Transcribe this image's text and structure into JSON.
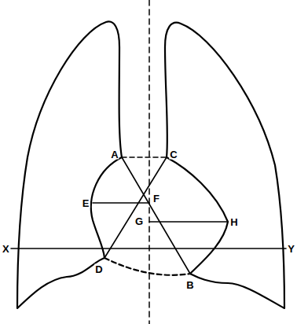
{
  "diagram": {
    "labels": [
      "A",
      "C",
      "E",
      "F",
      "G",
      "H",
      "X",
      "Y",
      "D",
      "B"
    ]
  }
}
